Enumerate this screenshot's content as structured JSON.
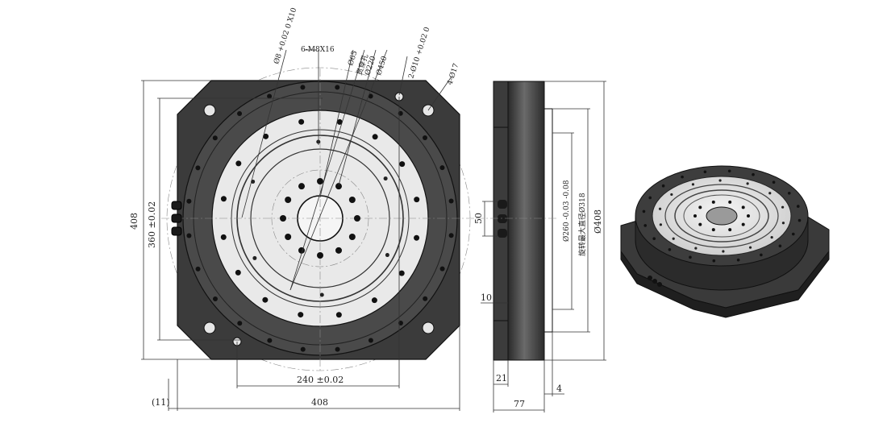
{
  "drawing": {
    "front_view": {
      "leader_labels": {
        "pin_hole": "Ø8 +0.02 0 X10",
        "thread": "6-M8X16",
        "d65": "Ø65",
        "d65_note": "贯穿孔",
        "d220": "Ø220",
        "d450": "Ø450",
        "hole_pair": "2-Ø10 +0.02 0",
        "mount_holes": "4-Ø17"
      },
      "dimensions": {
        "height_408": "408",
        "height_360": "360 ±0.02",
        "width_240": "240 ±0.02",
        "offset_11": "(11)",
        "width_408": "408"
      }
    },
    "side_view": {
      "dimensions": {
        "d50": "50",
        "d10": "10",
        "d260": "Ø260 -0.03 -0.08",
        "max_load": "旋转最大直径Ø318",
        "d408": "Ø408",
        "w21": "21",
        "w77": "77",
        "w4": "4"
      }
    }
  }
}
